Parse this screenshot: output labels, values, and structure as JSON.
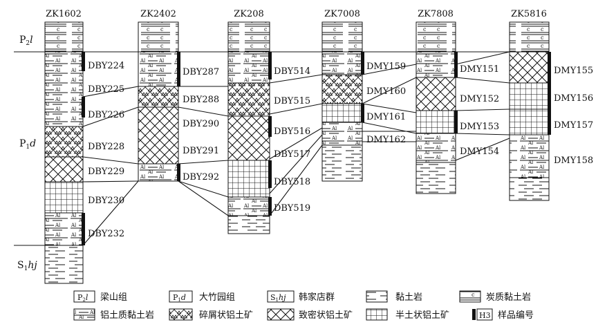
{
  "boreholes": [
    {
      "id": "ZK1602",
      "samples": [
        "DBY224",
        "DBY225",
        "DBY226",
        "DBY228",
        "DBY229",
        "DBY230",
        "DBY232"
      ]
    },
    {
      "id": "ZK2402",
      "samples": [
        "DBY287",
        "DBY288",
        "DBY290",
        "DBY291",
        "DBY292"
      ]
    },
    {
      "id": "ZK208",
      "samples": [
        "DBY514",
        "DBY515",
        "DBY516",
        "DBY517",
        "DBY518",
        "DBY519"
      ]
    },
    {
      "id": "ZK7008",
      "samples": [
        "DMY159",
        "DMY160",
        "DMY161",
        "DMY162"
      ]
    },
    {
      "id": "ZK7808",
      "samples": [
        "DMY151",
        "DMY152",
        "DMY153",
        "DMY154"
      ]
    },
    {
      "id": "ZK5816",
      "samples": [
        "DMY155",
        "DMY156",
        "DMY157",
        "DMY158"
      ]
    }
  ],
  "formations": {
    "upper": "P2l",
    "middle": "P1d",
    "lower": "S1hj"
  },
  "legend": [
    {
      "symbol": "P2l",
      "label": "梁山组",
      "pattern": "box"
    },
    {
      "symbol": "P1d",
      "label": "大竹园组",
      "pattern": "box"
    },
    {
      "symbol": "S1hj",
      "label": "韩家店群",
      "pattern": "box"
    },
    {
      "label": "黏土岩",
      "pattern": "clay"
    },
    {
      "label": "炭质黏土岩",
      "pattern": "carb"
    },
    {
      "label": "铝土质黏土岩",
      "pattern": "alclay"
    },
    {
      "label": "碎屑状铝土矿",
      "pattern": "clastic"
    },
    {
      "label": "致密状铝土矿",
      "pattern": "dense"
    },
    {
      "label": "半土状铝土矿",
      "pattern": "semi"
    },
    {
      "symbol": "H3",
      "label": "样品编号",
      "pattern": "sample"
    }
  ],
  "colors": {
    "ink": "#111111",
    "fill": "#ffffff"
  }
}
